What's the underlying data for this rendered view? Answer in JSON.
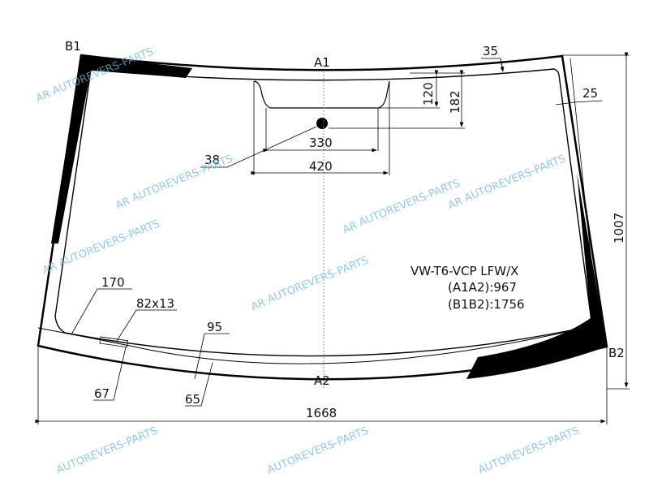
{
  "points": {
    "b1": "B1",
    "b2": "B2",
    "a1": "A1",
    "a2": "A2"
  },
  "dimensions": {
    "top_band": "35",
    "sensor_inner_height": "120",
    "sensor_outer_height": "182",
    "side_band": "25",
    "height": "1007",
    "dot_diameter": "38",
    "sensor_inner_width": "330",
    "sensor_outer_width": "420",
    "corner": "170",
    "slot": "82x13",
    "bottom_inner": "95",
    "bottom_outer": "65",
    "slot_offset": "67",
    "width": "1668"
  },
  "info": {
    "model": "VW-T6-VCP LFW/X",
    "a1a2": "(A1A2):967",
    "b1b2": "(B1B2):1756"
  },
  "watermark": {
    "text": "AUTOREVERS-PARTS",
    "logo": "AR"
  },
  "colors": {
    "line": "#000000",
    "watermark": "#6fb7e0"
  }
}
